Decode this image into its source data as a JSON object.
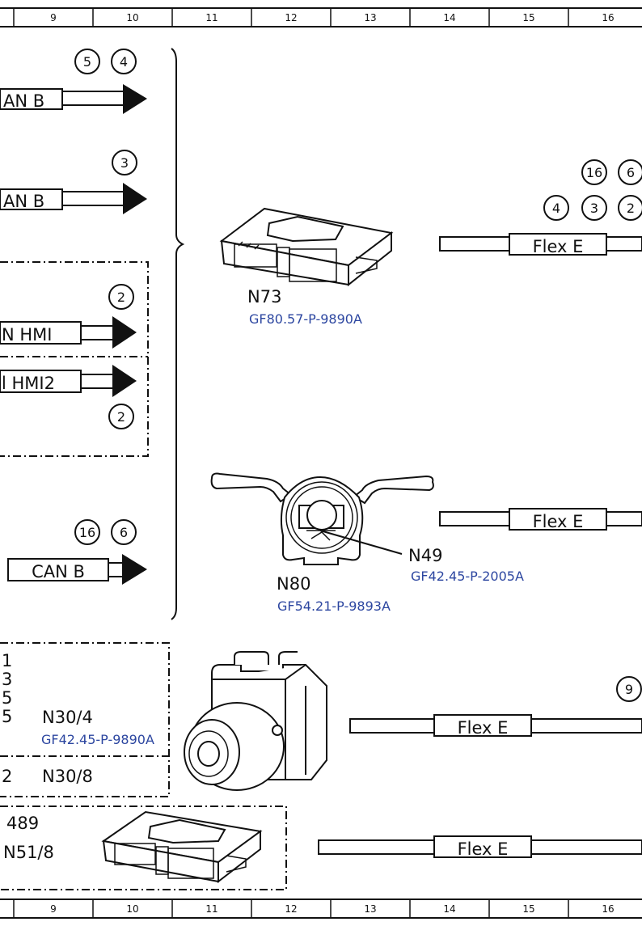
{
  "ruler": {
    "top": [
      "9",
      "10",
      "11",
      "12",
      "13",
      "14",
      "15",
      "16"
    ],
    "bottom": [
      "9",
      "10",
      "11",
      "12",
      "13",
      "14",
      "15",
      "16"
    ]
  },
  "left_connectors": {
    "can_b_1": {
      "label": "AN B",
      "circles": [
        "5",
        "4"
      ]
    },
    "can_b_2": {
      "label": "AN B",
      "circles": [
        "3"
      ]
    },
    "hmi": {
      "label": "N HMI",
      "circles": [
        "2"
      ]
    },
    "hmi2": {
      "label": "l HMI2",
      "circles": [
        "2"
      ]
    },
    "can_b_3": {
      "label": "CAN B",
      "circles": [
        "16",
        "6"
      ]
    }
  },
  "components": {
    "n73": {
      "name": "N73",
      "ref": "GF80.57-P-9890A"
    },
    "n80": {
      "name": "N80",
      "ref": "GF54.21-P-9893A"
    },
    "n49": {
      "name": "N49",
      "ref": "GF42.45-P-2005A"
    },
    "n30_4": {
      "name": "N30/4",
      "ref": "GF42.45-P-9890A",
      "side_numbers": [
        "1",
        "3",
        "5",
        "5"
      ]
    },
    "n30_8": {
      "name": "N30/8",
      "side_number": "2"
    },
    "n51_8": {
      "name": "N51/8",
      "side_number": "489"
    }
  },
  "right_connectors": {
    "flex_e_1": {
      "label": "Flex E",
      "circles_top": [
        "16",
        "6"
      ],
      "circles_bottom": [
        "4",
        "3",
        "2"
      ]
    },
    "flex_e_2": {
      "label": "Flex E"
    },
    "flex_e_3": {
      "label": "Flex E",
      "circles": [
        "9"
      ]
    },
    "flex_e_4": {
      "label": "Flex E"
    }
  }
}
